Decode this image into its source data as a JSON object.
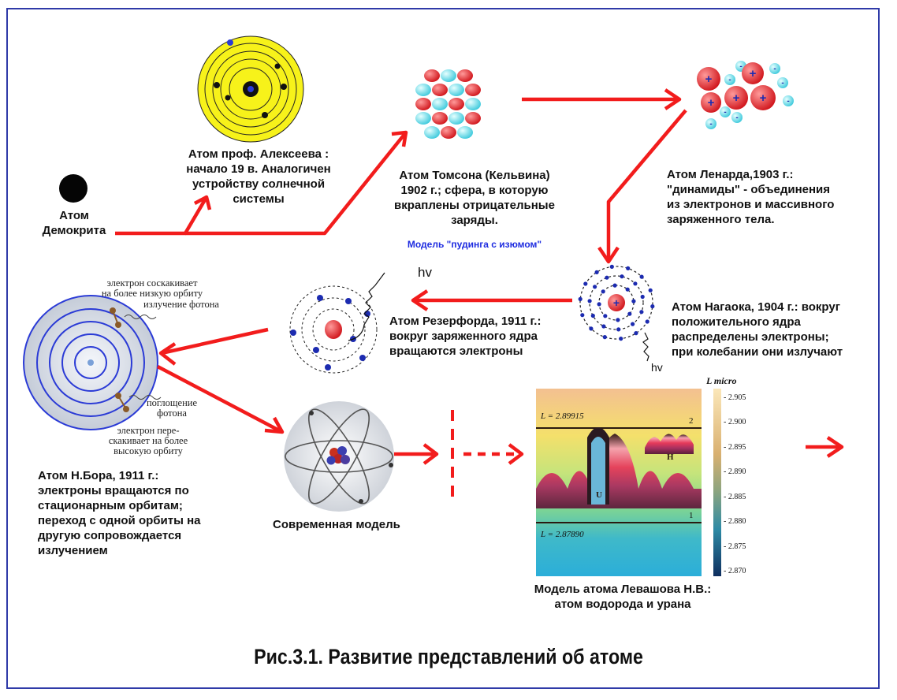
{
  "labels": {
    "democritus": "Атом\nДемокрита",
    "alekseev": "Атом проф. Алексеева :\nначало 19 в. Аналогичен\nустройству солнечной\nсистемы",
    "thomson": "Атом Томсона (Кельвина)\n1902 г.; сфера, в которую\nвкраплены отрицательные\nзаряды.",
    "pudding": "Модель \"пудинга с изюмом\"",
    "lenard": "Атом Ленарда,1903 г.:\n\"динамиды\" - объединения\nиз электронов и массивного\nзаряженного тела.",
    "nagaoka": "Атом Нагаока, 1904 г.: вокруг\nположительного   ядра\nраспределены электроны;\nпри колебании они излучают",
    "rutherford": "Атом Резерфорда, 1911 г.:\nвокруг заряженного ядра\nвращаются электроны",
    "bohr": "Атом Н.Бора, 1911 г.:\nэлектроны вращаются по\nстационарным   орбитам;\nпереход с одной орбиты на\nдругую сопровождается\nизлучением",
    "modern": "Современная модель",
    "levashov": "Модель атома Левашова Н.В.:\nатом водорода и урана"
  },
  "bohr_notes": {
    "top1": "электрон соскакивает\nна более низкую орбиту",
    "top2": "излучение фотона",
    "mid": "поглощение\nфотона",
    "bottom": "электрон пере-\nскакивает на более\nвысокую орбиту"
  },
  "photon_symbol": "hv",
  "levashov_chart": {
    "scale_title": "L micro",
    "scale_values": [
      "2.905",
      "2.900",
      "2.895",
      "2.890",
      "2.885",
      "2.880",
      "2.875",
      "2.870"
    ],
    "line_top": "L = 2.89915",
    "line_bottom": "L = 2.87890",
    "level_2": "2",
    "level_1": "1",
    "label_H": "H",
    "label_U": "U"
  },
  "caption": "Рис.3.1.  Развитие представлений об атоме",
  "colors": {
    "arrow": "#f21c1c",
    "frame": "#2f3aa8",
    "positive": "#e8282a",
    "negative": "#50d6e6",
    "electron": "#1c2bb0",
    "sun": "#f8f21a"
  }
}
